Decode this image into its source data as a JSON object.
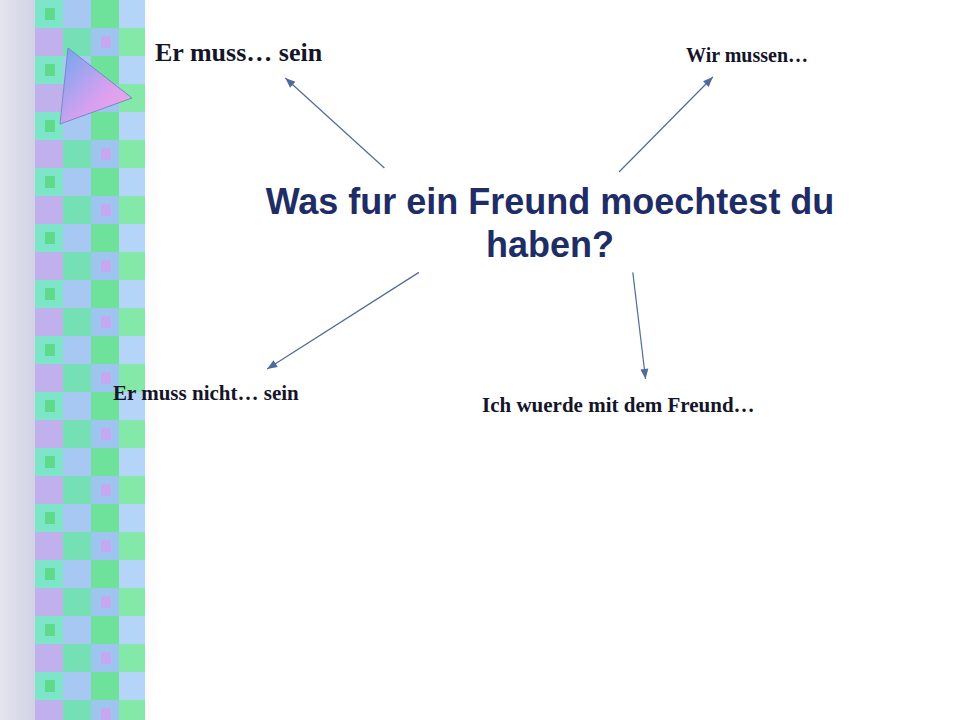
{
  "diagram": {
    "nodes": [
      {
        "text": [
          "Er muss… sein"
        ]
      },
      {
        "text": [
          "Wir mussen…"
        ]
      },
      {
        "text": [
          "Was fur ein Freund moechtest du haben?"
        ]
      },
      {
        "text": [
          "Er muss nicht… sein"
        ]
      },
      {
        "text": [
          "Ich wuerde mit dem Freund…"
        ]
      }
    ],
    "edges": [
      {
        "from": 2,
        "to": 0,
        "arrow": "to"
      },
      {
        "from": 2,
        "to": 1,
        "arrow": "to"
      },
      {
        "from": 2,
        "to": 3,
        "arrow": "to"
      },
      {
        "from": 2,
        "to": 4,
        "arrow": "to"
      }
    ]
  }
}
